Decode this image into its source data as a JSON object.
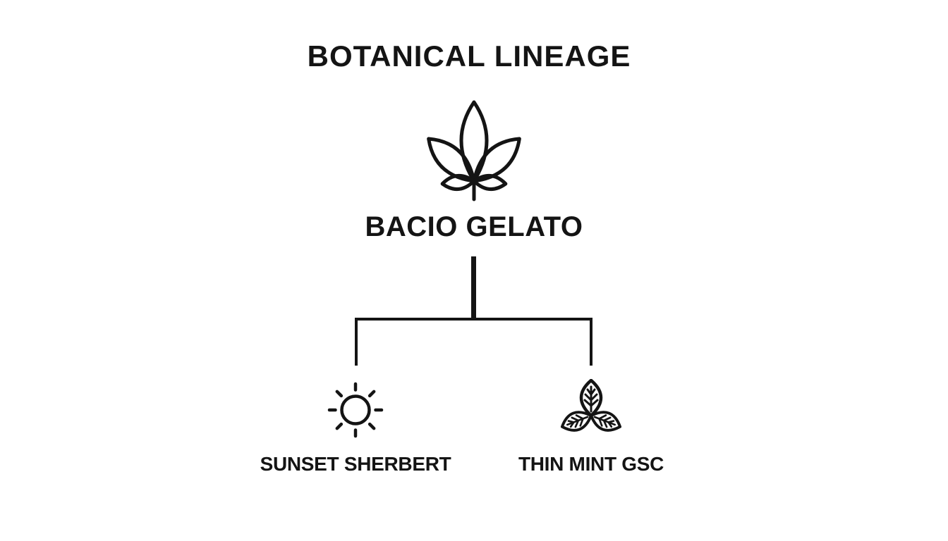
{
  "colors": {
    "ink": "#141414",
    "background": "#ffffff"
  },
  "diagram": {
    "title": "BOTANICAL LINEAGE",
    "parent": {
      "name": "BACIO GELATO",
      "icon": "cannabis-leaf-icon"
    },
    "children": [
      {
        "name": "SUNSET SHERBERT",
        "icon": "sun-icon"
      },
      {
        "name": "THIN MINT GSC",
        "icon": "mint-leaf-icon"
      }
    ]
  }
}
